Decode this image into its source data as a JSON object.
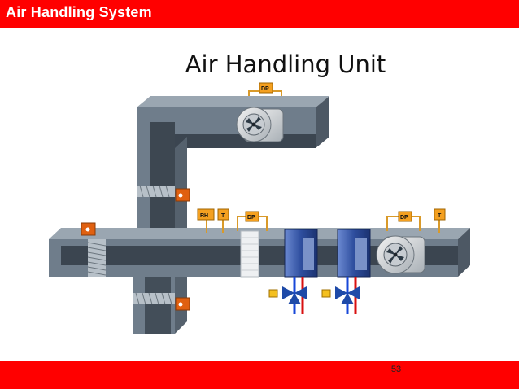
{
  "header": {
    "title": "Air Handling System",
    "bar_color": "#ff0000"
  },
  "slide": {
    "title": "Air Handling Unit",
    "page_number": "53"
  },
  "diagram": {
    "labels": {
      "dp_top": "DP",
      "rh": "RH",
      "t_left": "T",
      "dp_mid": "DP",
      "dp_right": "DP",
      "t_right": "T"
    },
    "colors": {
      "duct_top": "#8e9aa6",
      "duct_front": "#6d7b89",
      "duct_inner": "#39434d",
      "coil": "#2e4e9e",
      "damper": "#e06010",
      "sensor": "#f4a020",
      "valve": "#1e4aa8",
      "pipe_supply": "#d81010",
      "pipe_return": "#1848d8"
    }
  }
}
